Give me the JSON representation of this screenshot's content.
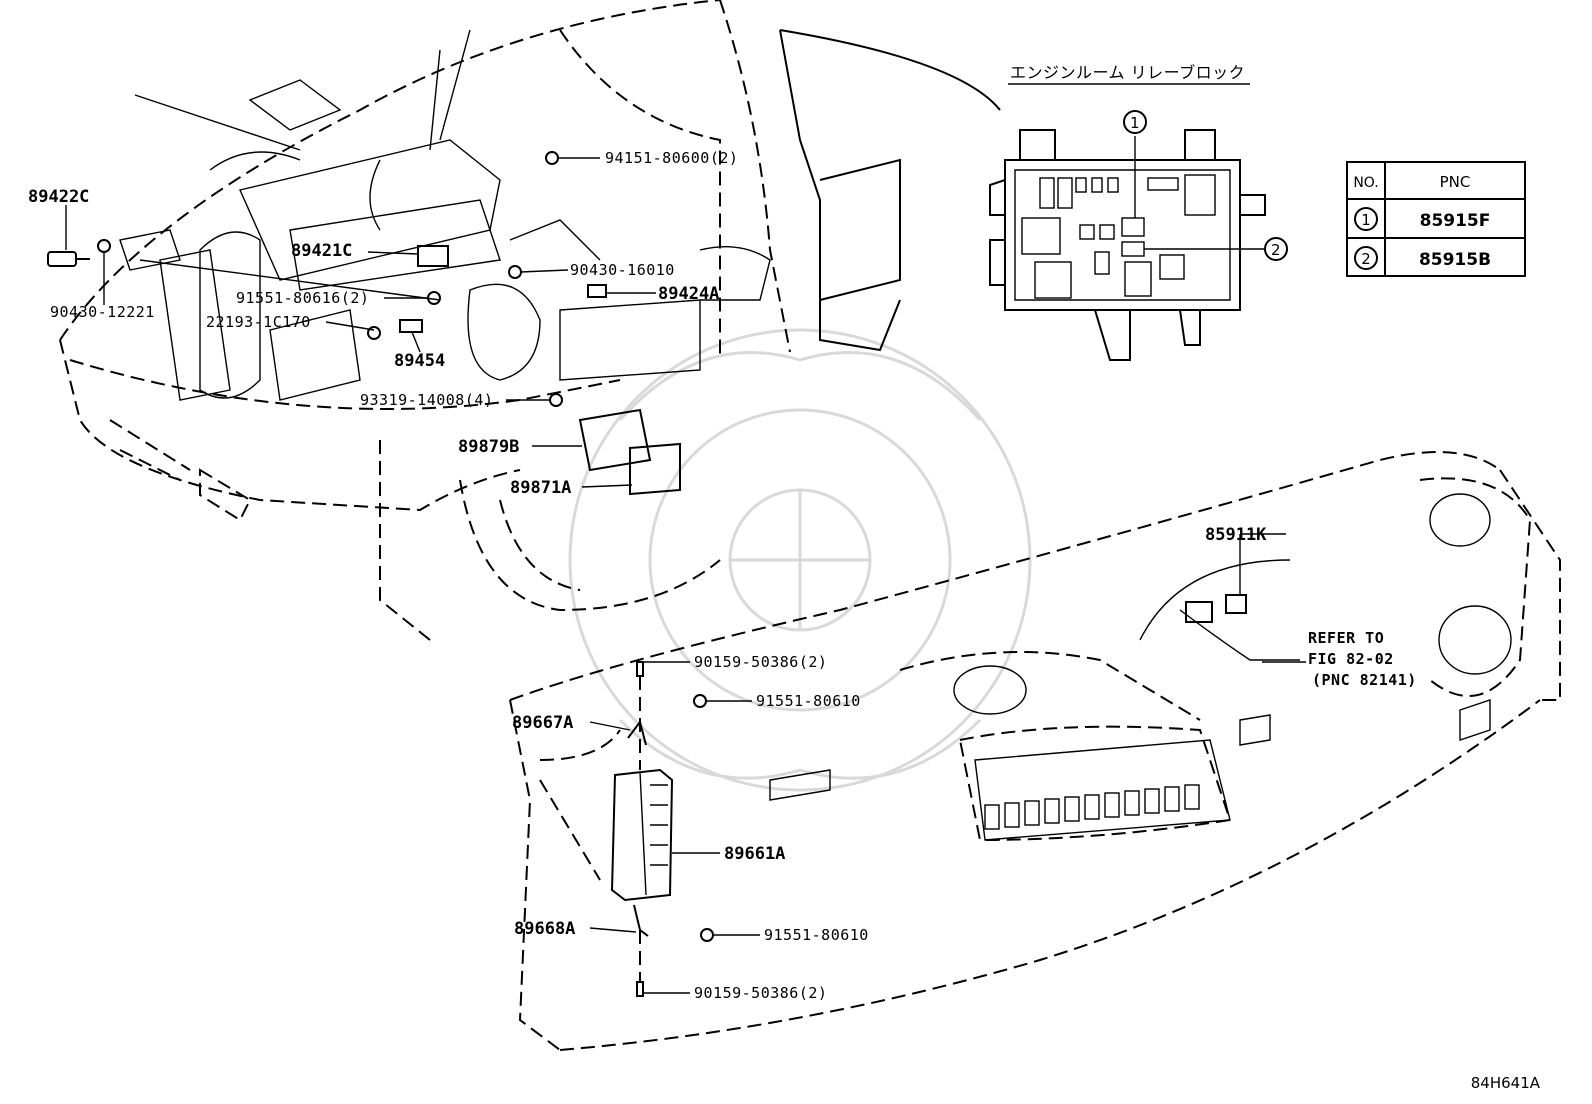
{
  "relay_block": {
    "title": "エンジンルーム リレーブロック",
    "marker_1": "1",
    "marker_2": "2"
  },
  "pnc_table": {
    "header_no": "NO.",
    "header_pnc": "PNC",
    "rows": [
      {
        "no": "1",
        "pnc": "85915F"
      },
      {
        "no": "2",
        "pnc": "85915B"
      }
    ]
  },
  "part_labels": {
    "p94151": "94151-80600(2)",
    "p89422C": "89422C",
    "p89421C": "89421C",
    "p90430_16010": "90430-16010",
    "p91551_80616": "91551-80616(2)",
    "p89424A": "89424A",
    "p90430_12221": "90430-12221",
    "p22193": "22193-1C170",
    "p89454": "89454",
    "p93319": "93319-14008(4)",
    "p89879B": "89879B",
    "p89871A": "89871A",
    "p85911K": "85911K",
    "refer_line1": "REFER TO",
    "refer_line2": "FIG 82-02",
    "refer_line3": "(PNC 82141)",
    "p90159_top": "90159-50386(2)",
    "p91551_80610_top": "91551-80610",
    "p89667A": "89667A",
    "p89661A": "89661A",
    "p89668A": "89668A",
    "p91551_80610_bot": "91551-80610",
    "p90159_bot": "90159-50386(2)"
  },
  "figure_id": "84H641A"
}
